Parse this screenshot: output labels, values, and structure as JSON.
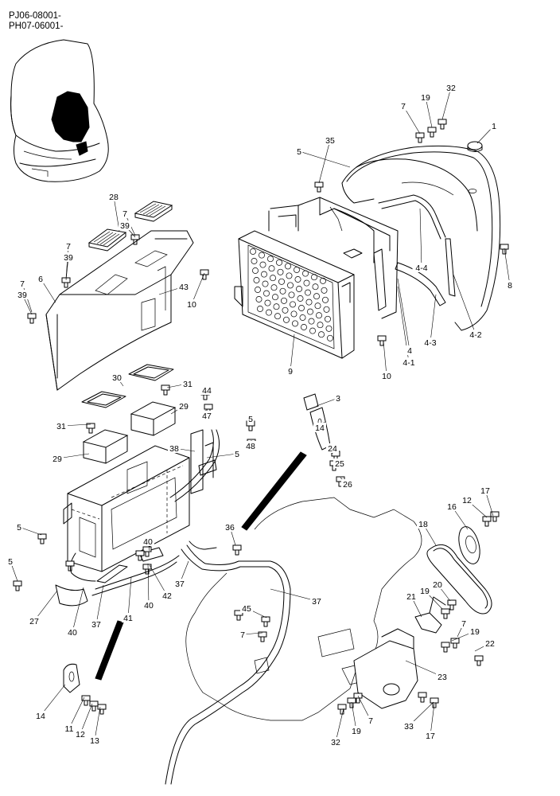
{
  "header": {
    "line1": "PJ06-08001-",
    "line2": "PH07-06001-"
  },
  "callouts": [
    "1",
    "32",
    "19",
    "7",
    "35",
    "5",
    "28",
    "7",
    "39",
    "7",
    "39",
    "6",
    "7",
    "39",
    "43",
    "10",
    "8",
    "4-4",
    "4-2",
    "4-3",
    "4",
    "4-1",
    "10",
    "9",
    "30",
    "31",
    "44",
    "47",
    "29",
    "31",
    "3",
    "14",
    "5",
    "48",
    "24",
    "25",
    "38",
    "5",
    "26",
    "29",
    "5",
    "17",
    "12",
    "16",
    "18",
    "36",
    "5",
    "40",
    "42",
    "37",
    "40",
    "27",
    "40",
    "37",
    "41",
    "37",
    "45",
    "7",
    "20",
    "21",
    "19",
    "7",
    "19",
    "22",
    "23",
    "14",
    "11",
    "12",
    "13",
    "33",
    "17",
    "32",
    "19",
    "7"
  ]
}
